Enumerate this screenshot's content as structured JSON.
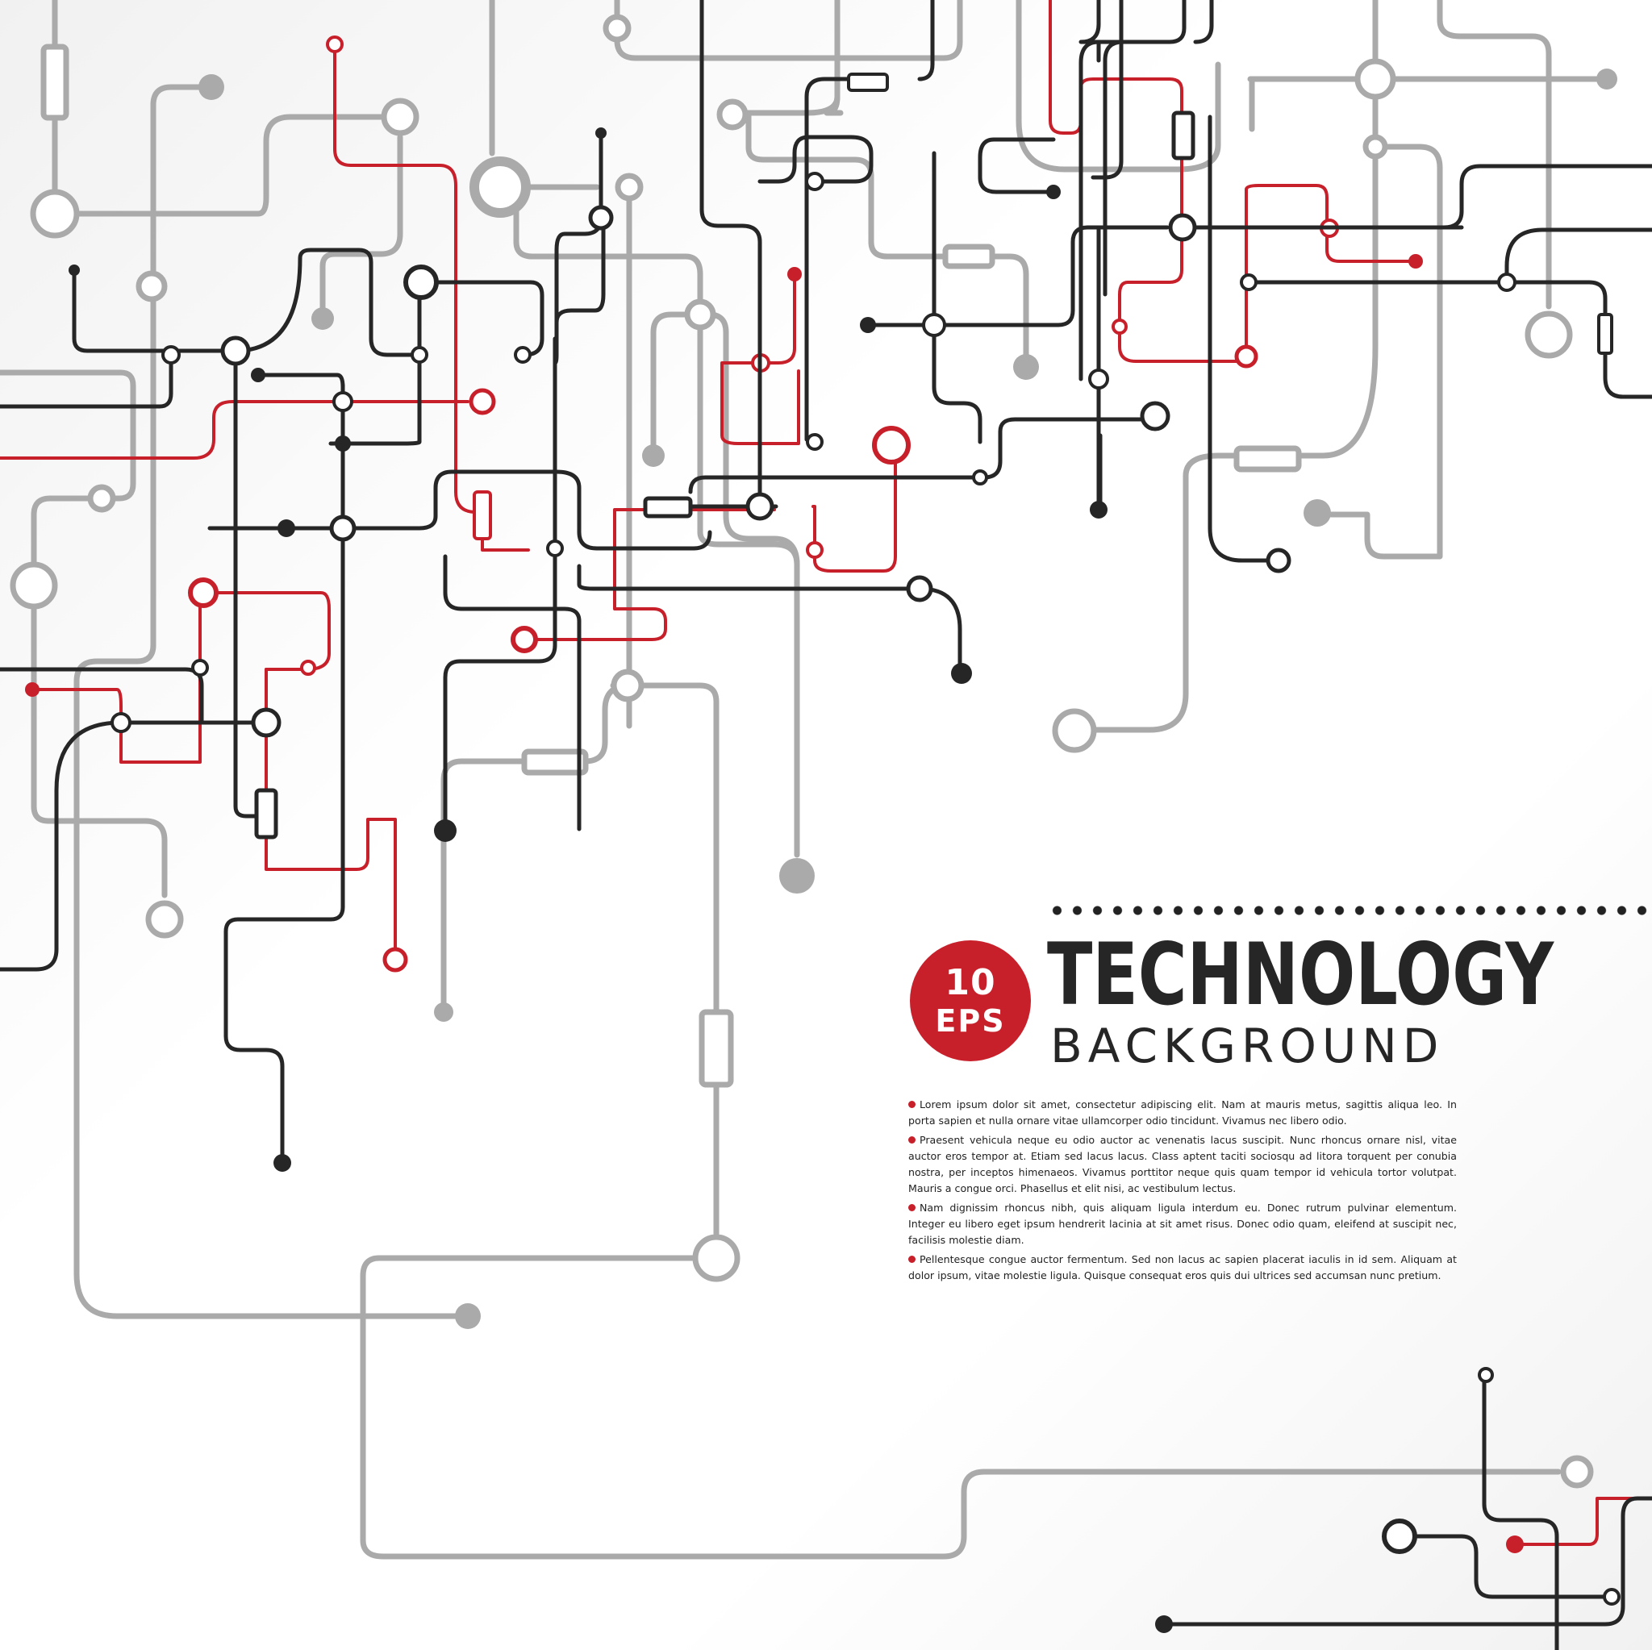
{
  "colors": {
    "accent_red": "#c8202b",
    "dark_line": "#262626",
    "gray_line": "#aaaaaa",
    "text": "#222222"
  },
  "badge": {
    "number": "10",
    "unit": "EPS"
  },
  "heading": {
    "title": "TECHNOLOGY",
    "subtitle": "BACKGROUND"
  },
  "paragraphs": [
    "Lorem ipsum dolor sit amet, consectetur adipiscing elit. Nam at mauris metus, sagittis aliqua leo. In porta sapien et nulla ornare vitae ullamcorper odio tincidunt. Vivamus nec libero odio.",
    "Praesent vehicula neque eu odio auctor ac venenatis lacus suscipit. Nunc rhoncus ornare nisl, vitae auctor eros tempor at. Etiam sed lacus lacus. Class aptent taciti sociosqu ad litora torquent per conubia nostra, per inceptos himenaeos. Vivamus porttitor neque quis quam tempor id vehicula tortor volutpat. Mauris a congue orci. Phasellus et elit nisi, ac vestibulum lectus.",
    "Nam dignissim rhoncus nibh, quis aliquam ligula interdum eu. Donec rutrum pulvinar elementum. Integer eu libero eget ipsum hendrerit lacinia at sit amet risus. Donec odio quam, eleifend at suscipit nec, facilisis molestie diam.",
    "Pellentesque congue auctor fermentum. Sed non lacus ac sapien placerat iaculis in id sem. Aliquam at dolor ipsum, vitae molestie ligula. Quisque consequat eros quis dui ultrices sed accumsan nunc pretium."
  ]
}
